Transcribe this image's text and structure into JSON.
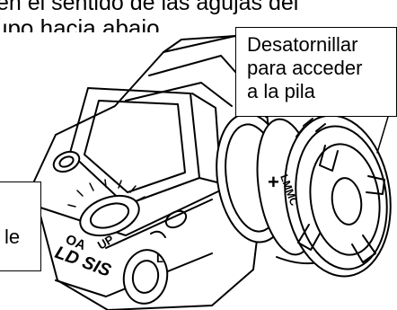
{
  "figure": {
    "heading_line_1": "en el sentido de las agujas del",
    "heading_line_2": "upo hacia abajo",
    "callout_right": "Desatornillar\npara acceder\na la pila",
    "callout_left": "le"
  },
  "device": {
    "dial_labels": [
      "OA",
      "UP"
    ],
    "side_text": "LD SIS",
    "cap_markings": [
      "+",
      "LMMC"
    ],
    "small_dial_mark": "L"
  }
}
